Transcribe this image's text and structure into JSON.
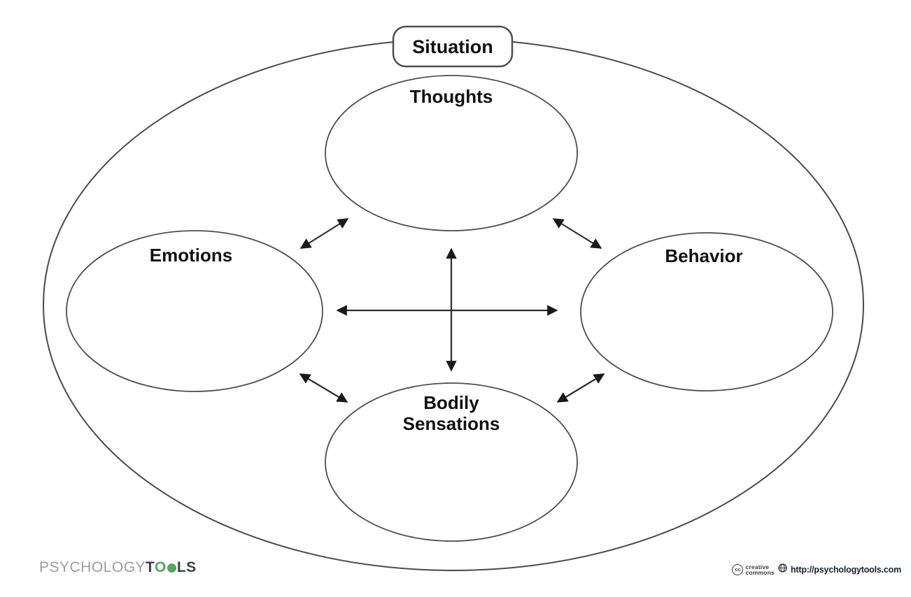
{
  "diagram": {
    "situation_label": "Situation",
    "nodes": {
      "thoughts": {
        "label": "Thoughts"
      },
      "emotions": {
        "label": "Emotions"
      },
      "behavior": {
        "label": "Behavior"
      },
      "bodily": {
        "line1": "Bodily",
        "line2": "Sensations"
      }
    },
    "connections": [
      "thoughts-bodily-sensations",
      "emotions-behavior",
      "emotions-thoughts",
      "thoughts-behavior",
      "emotions-bodily-sensations",
      "behavior-bodily-sensations"
    ]
  },
  "footer": {
    "logo": {
      "psychology": "PSYCHOLOGY",
      "t": "T",
      "o1": "O",
      "o2": "O",
      "ls": "LS"
    },
    "cc": {
      "icon_text": "cc",
      "line1": "creative",
      "line2": "commons"
    },
    "url": "http://psychologytools.com"
  },
  "colors": {
    "line": "#4a4a4a",
    "arrow": "#1a1a1a",
    "text": "#111111",
    "logo_green": "#55a85c",
    "logo_gray": "#9c9c9c",
    "logo_dark": "#3f3f46"
  }
}
